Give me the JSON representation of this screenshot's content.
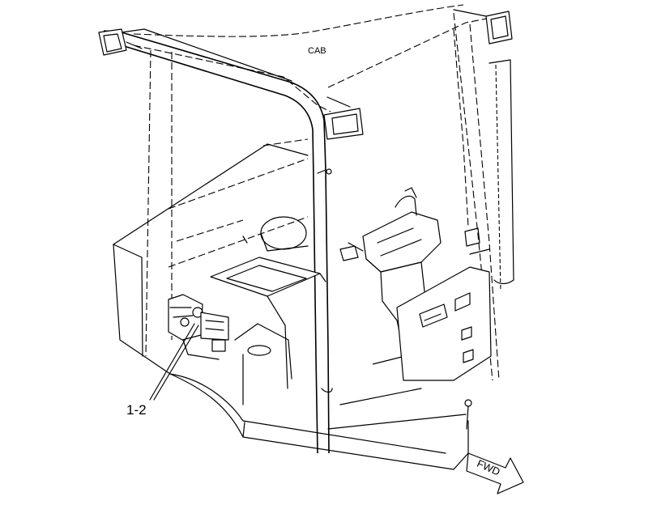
{
  "labels": {
    "cab": "CAB",
    "callout": "1-2",
    "direction": "FWD"
  }
}
